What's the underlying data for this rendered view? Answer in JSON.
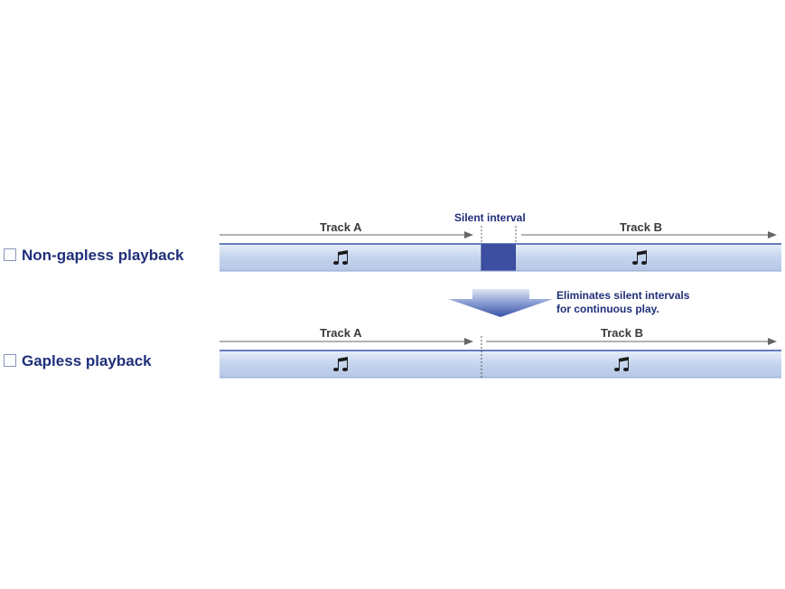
{
  "rows": {
    "non_gapless": {
      "title": "Non-gapless playback",
      "track_a": "Track A",
      "track_b": "Track B",
      "silent_interval": "Silent interval"
    },
    "gapless": {
      "title": "Gapless playback",
      "track_a": "Track A",
      "track_b": "Track B"
    }
  },
  "transition_note": {
    "line1": "Eliminates silent intervals",
    "line2": "for continuous play."
  },
  "colors": {
    "heading": "#1f2f7a",
    "bar_fill": "#c9d7ee",
    "bar_edge": "#3a54a8",
    "silent_block": "#3c4fa0",
    "arrow": "#3e57a8"
  },
  "icons": [
    "music-note-icon",
    "arrow-down-icon"
  ]
}
